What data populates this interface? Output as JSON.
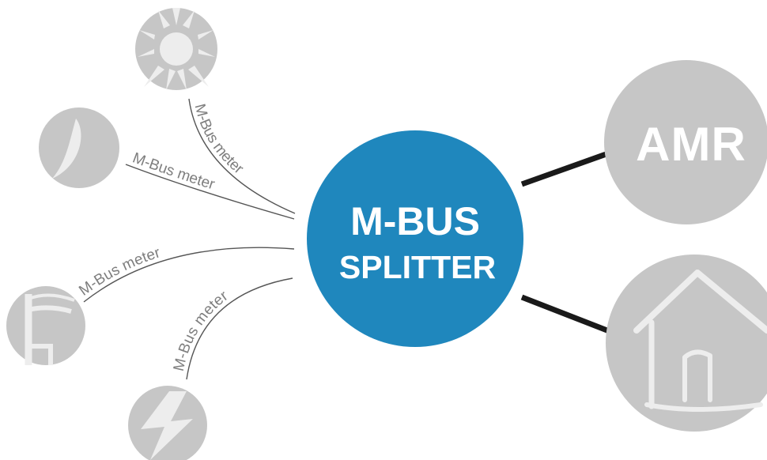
{
  "hub": {
    "line1": "M-BUS",
    "line2": "SPLITTER"
  },
  "meter_labels": [
    "M-Bus meter",
    "M-Bus meter",
    "M-Bus meter",
    "M-Bus meter"
  ],
  "outputs": {
    "amr_label": "AMR"
  },
  "icons": {
    "heat": "sun-icon",
    "water": "water-drop-icon",
    "oil": "oil-barrel-icon",
    "electricity": "lightning-icon",
    "amr": "amr-node",
    "house": "house-icon"
  },
  "colors": {
    "hub": "#1f87bd",
    "node": "#c6c6c6",
    "icon_light": "#ededed",
    "text_gray": "#7e7e7e",
    "wire": "#555555",
    "link": "#1a1a1a"
  }
}
